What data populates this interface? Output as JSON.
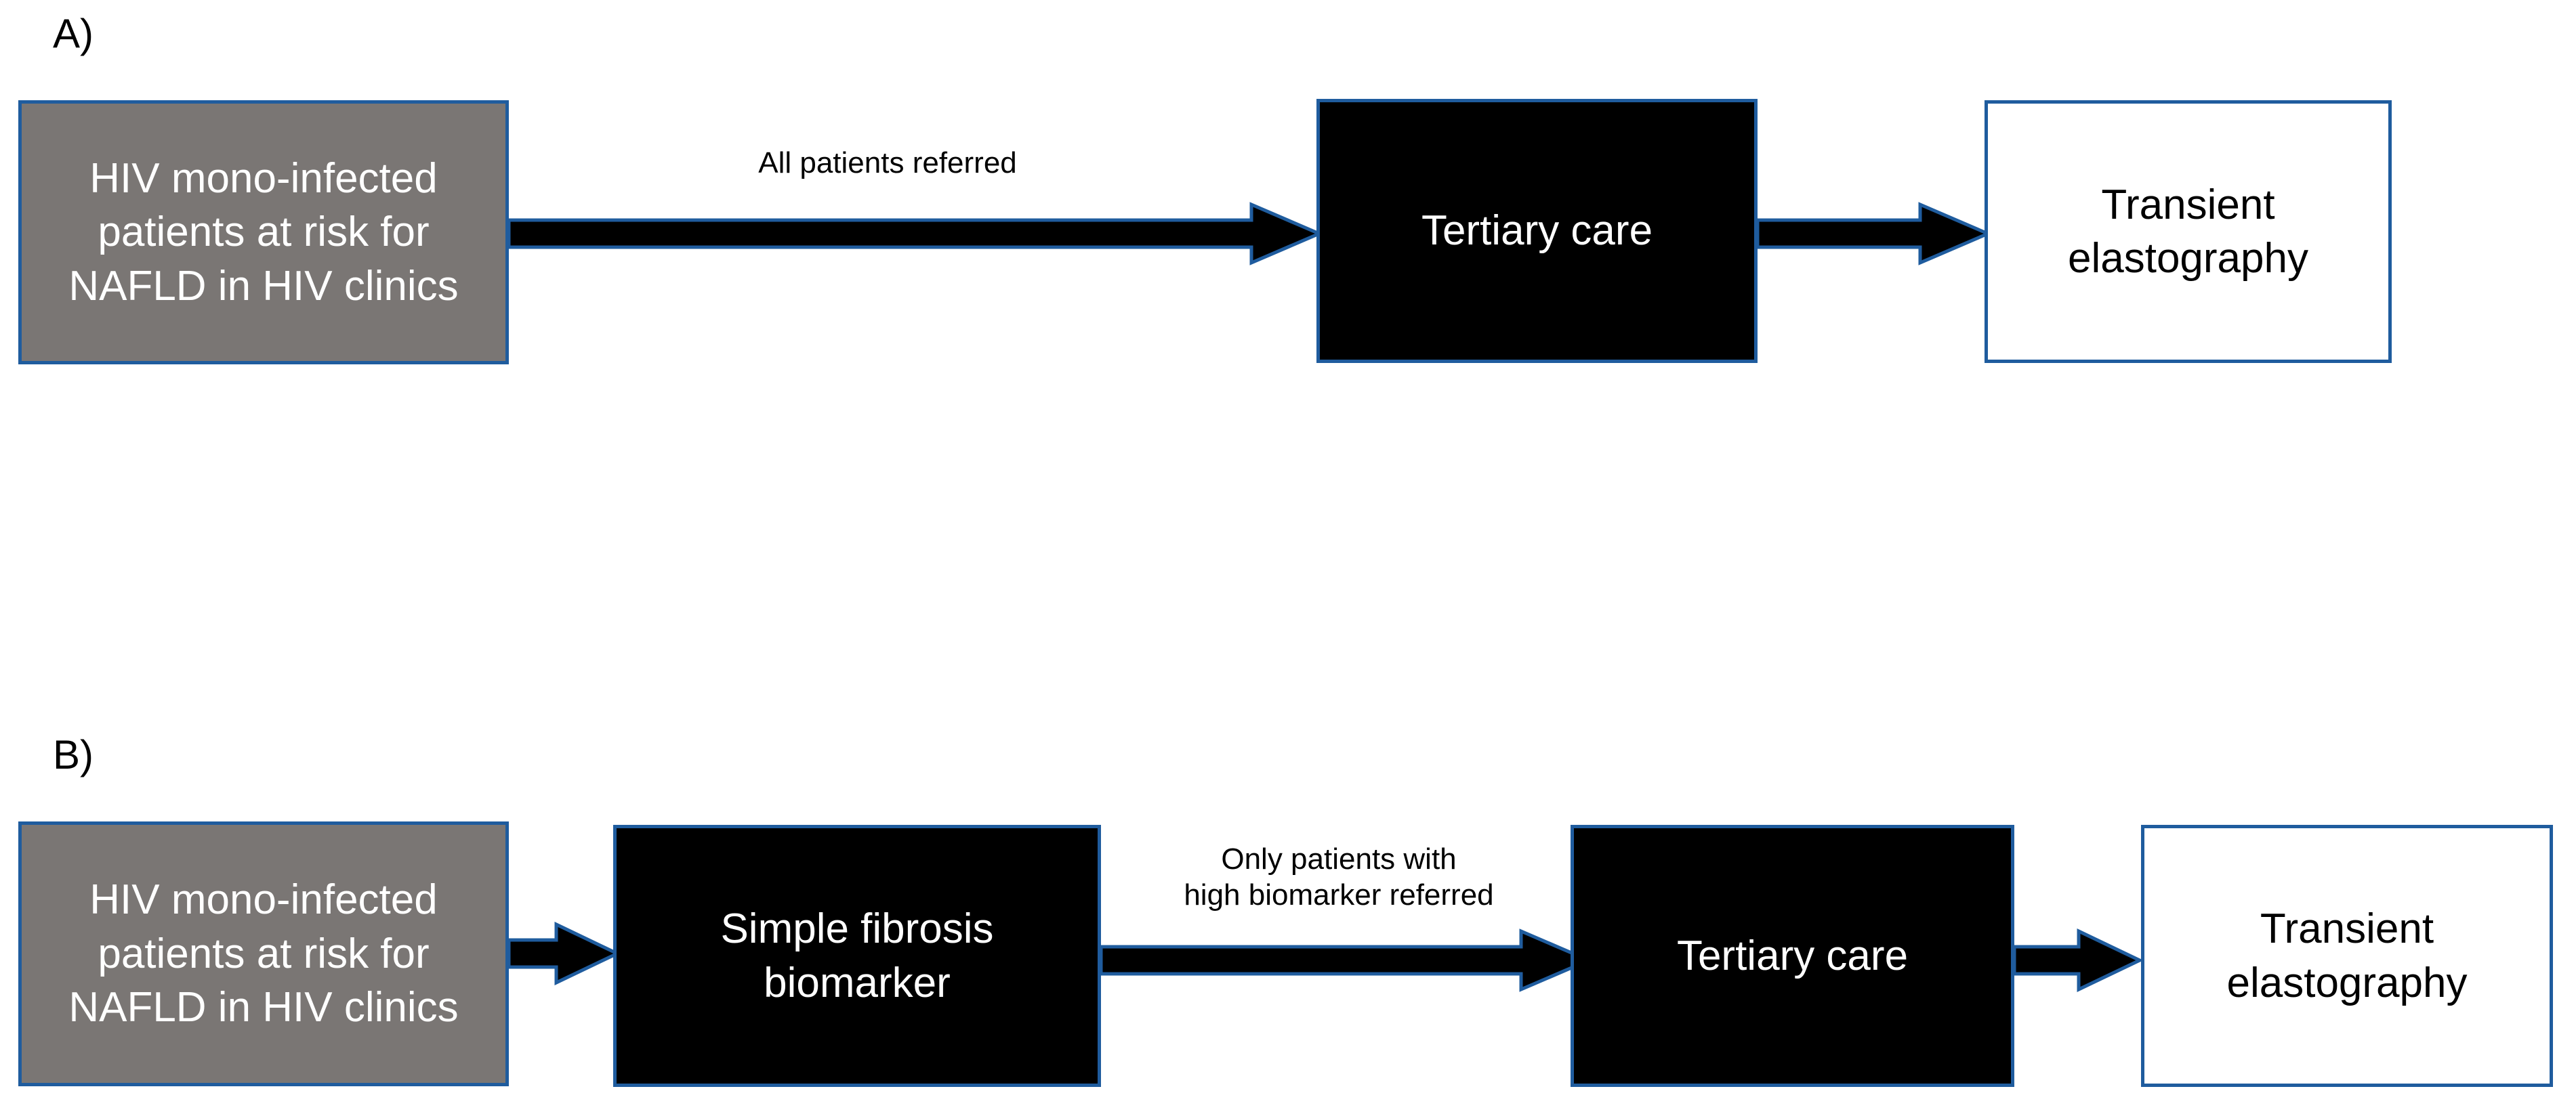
{
  "figure": {
    "type": "flow-diagram",
    "background_color": "#ffffff",
    "accent_border_color": "#1F5C9E",
    "gray_fill_color": "#7A7674",
    "black_fill_color": "#000000",
    "white_fill_color": "#ffffff"
  },
  "panels": [
    {
      "id": "A",
      "label": "A)",
      "nodes": [
        {
          "name": "population",
          "text": "HIV mono-infected patients at risk for NAFLD in HIV clinics",
          "style": "gray"
        },
        {
          "name": "tertiary-care",
          "text": "Tertiary care",
          "style": "black"
        },
        {
          "name": "transient-elastography",
          "text": "Transient elastography",
          "style": "white"
        }
      ],
      "edges": [
        {
          "name": "population-to-tertiary-care",
          "label": "All patients referred"
        },
        {
          "name": "tertiary-care-to-transient-elastography",
          "label": ""
        }
      ]
    },
    {
      "id": "B",
      "label": "B)",
      "nodes": [
        {
          "name": "population",
          "text": "HIV mono-infected patients at risk for NAFLD in HIV clinics",
          "style": "gray"
        },
        {
          "name": "simple-fibrosis-biomarker",
          "text": "Simple fibrosis biomarker",
          "style": "black"
        },
        {
          "name": "tertiary-care",
          "text": "Tertiary care",
          "style": "black"
        },
        {
          "name": "transient-elastography",
          "text": "Transient elastography",
          "style": "white"
        }
      ],
      "edges": [
        {
          "name": "population-to-biomarker",
          "label": ""
        },
        {
          "name": "biomarker-to-tertiary-care",
          "label": "Only patients with\nhigh biomarker referred"
        },
        {
          "name": "tertiary-care-to-transient-elastography",
          "label": ""
        }
      ]
    }
  ]
}
